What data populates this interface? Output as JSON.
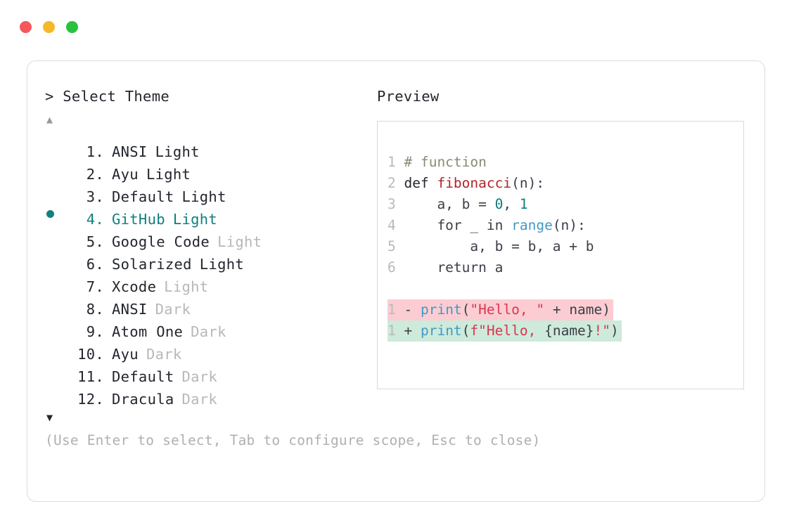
{
  "window": {
    "dots": [
      {
        "name": "close-dot",
        "color": "#f4585b"
      },
      {
        "name": "minimize-dot",
        "color": "#f6b72b"
      },
      {
        "name": "maximize-dot",
        "color": "#29c23f"
      }
    ]
  },
  "prompt": {
    "text": "> Select Theme",
    "scroll_up": "▲",
    "scroll_down": "▼"
  },
  "accent_color": "#11807e",
  "themes": [
    {
      "num": "1.",
      "name": "ANSI",
      "variant": "Light",
      "variant_muted": false,
      "selected": false
    },
    {
      "num": "2.",
      "name": "Ayu",
      "variant": "Light",
      "variant_muted": false,
      "selected": false
    },
    {
      "num": "3.",
      "name": "Default",
      "variant": "Light",
      "variant_muted": false,
      "selected": false
    },
    {
      "num": "4.",
      "name": "GitHub",
      "variant": "Light",
      "variant_muted": false,
      "selected": true
    },
    {
      "num": "5.",
      "name": "Google Code",
      "variant": "Light",
      "variant_muted": true,
      "selected": false
    },
    {
      "num": "6.",
      "name": "Solarized",
      "variant": "Light",
      "variant_muted": false,
      "selected": false
    },
    {
      "num": "7.",
      "name": "Xcode",
      "variant": "Light",
      "variant_muted": true,
      "selected": false
    },
    {
      "num": "8.",
      "name": "ANSI",
      "variant": "Dark",
      "variant_muted": true,
      "selected": false
    },
    {
      "num": "9.",
      "name": "Atom One",
      "variant": "Dark",
      "variant_muted": true,
      "selected": false
    },
    {
      "num": "10.",
      "name": "Ayu",
      "variant": "Dark",
      "variant_muted": true,
      "selected": false
    },
    {
      "num": "11.",
      "name": "Default",
      "variant": "Dark",
      "variant_muted": true,
      "selected": false
    },
    {
      "num": "12.",
      "name": "Dracula",
      "variant": "Dark",
      "variant_muted": true,
      "selected": false
    }
  ],
  "hint": "(Use Enter to select, Tab to configure scope, Esc to close)",
  "preview": {
    "label": "Preview",
    "code_lines": [
      {
        "gutter": "1",
        "tokens": [
          {
            "t": "# function",
            "c": "tok-comment"
          }
        ]
      },
      {
        "gutter": "2",
        "tokens": [
          {
            "t": "def ",
            "c": "tok-kw"
          },
          {
            "t": "fibonacci",
            "c": "tok-fn"
          },
          {
            "t": "(n):",
            "c": "tok-punct"
          }
        ]
      },
      {
        "gutter": "3",
        "tokens": [
          {
            "t": "    a, b = ",
            "c": "tok-plain"
          },
          {
            "t": "0",
            "c": "tok-num"
          },
          {
            "t": ", ",
            "c": "tok-plain"
          },
          {
            "t": "1",
            "c": "tok-num"
          }
        ]
      },
      {
        "gutter": "4",
        "tokens": [
          {
            "t": "    for _ in ",
            "c": "tok-plain"
          },
          {
            "t": "range",
            "c": "tok-builtin"
          },
          {
            "t": "(n):",
            "c": "tok-punct"
          }
        ]
      },
      {
        "gutter": "5",
        "tokens": [
          {
            "t": "        a, b = b, a + b",
            "c": "tok-plain"
          }
        ]
      },
      {
        "gutter": "6",
        "tokens": [
          {
            "t": "    return a",
            "c": "tok-plain"
          }
        ]
      }
    ],
    "diff_lines": [
      {
        "gutter": "1",
        "sign": "-",
        "kind": "diff-del",
        "tokens": [
          {
            "t": "print",
            "c": "tok-builtin"
          },
          {
            "t": "(",
            "c": "tok-punct"
          },
          {
            "t": "\"Hello, \"",
            "c": "tok-str"
          },
          {
            "t": " + name)",
            "c": "tok-plain"
          }
        ]
      },
      {
        "gutter": "1",
        "sign": "+",
        "kind": "diff-add",
        "tokens": [
          {
            "t": "print",
            "c": "tok-builtin"
          },
          {
            "t": "(",
            "c": "tok-punct"
          },
          {
            "t": "f\"Hello, ",
            "c": "tok-str"
          },
          {
            "t": "{name}",
            "c": "tok-plain"
          },
          {
            "t": "!\"",
            "c": "tok-str"
          },
          {
            "t": ")",
            "c": "tok-punct"
          }
        ]
      }
    ]
  }
}
